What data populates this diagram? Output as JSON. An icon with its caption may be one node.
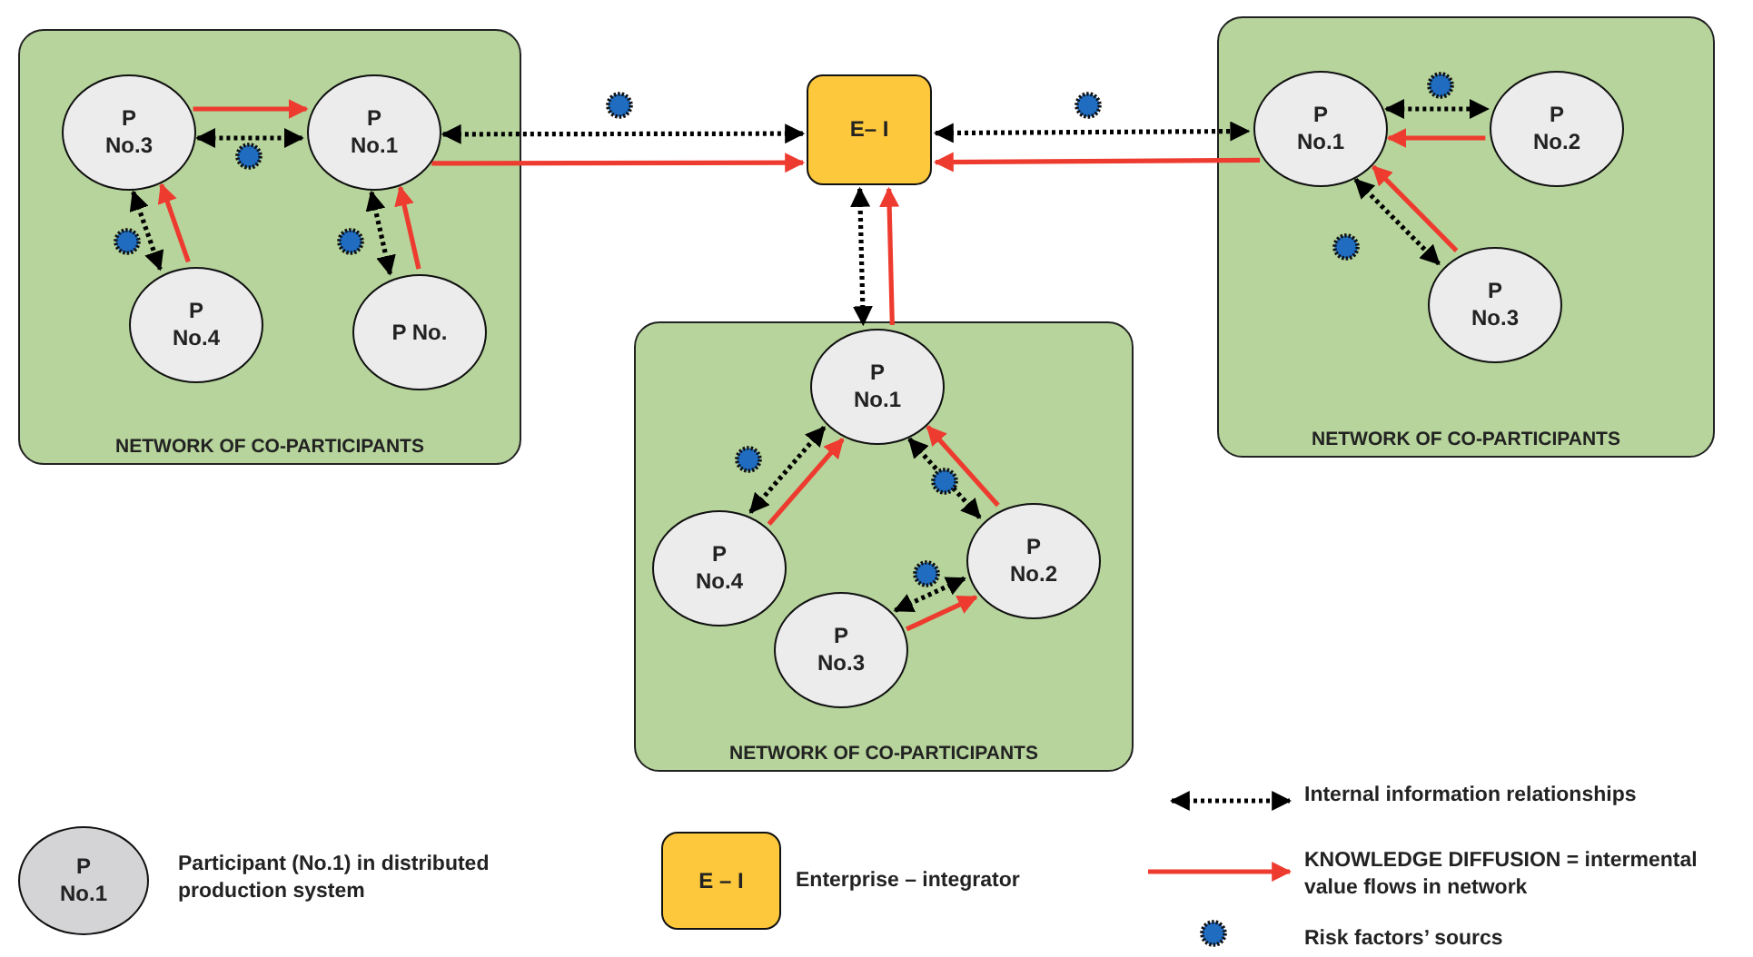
{
  "diagram": {
    "nodes": [
      {
        "text": [
          "NETWORK OF CO-PARTICIPANTS"
        ]
      },
      {
        "text": [
          "P No.3"
        ],
        "in": 0
      },
      {
        "text": [
          "P No.1"
        ],
        "in": 0
      },
      {
        "text": [
          "P No.4"
        ],
        "in": 0
      },
      {
        "text": [
          "P No."
        ],
        "in": 0
      },
      {
        "text": [
          "E– I"
        ]
      },
      {
        "text": [
          "NETWORK OF CO-PARTICIPANTS"
        ]
      },
      {
        "text": [
          "P No.1"
        ],
        "in": 6
      },
      {
        "text": [
          "P No.2"
        ],
        "in": 6
      },
      {
        "text": [
          "P No.3"
        ],
        "in": 6
      },
      {
        "text": [
          "NETWORK OF CO-PARTICIPANTS"
        ]
      },
      {
        "text": [
          "P No.1"
        ],
        "in": 10
      },
      {
        "text": [
          "P No.4"
        ],
        "in": 10
      },
      {
        "text": [
          "P No.2"
        ],
        "in": 10
      },
      {
        "text": [
          "P No.3"
        ],
        "in": 10
      },
      {
        "text": [
          "P No.1"
        ]
      },
      {
        "text": [
          "E – I"
        ]
      }
    ],
    "edges": [
      {
        "from": 1,
        "to": 2,
        "arrow": "to",
        "color": "#ee3b2f"
      },
      {
        "from": 1,
        "to": 2,
        "arrow": "both",
        "style": "dashed",
        "color": "#000000"
      },
      {
        "from": 3,
        "to": 1,
        "arrow": "to",
        "color": "#ee3b2f"
      },
      {
        "from": 1,
        "to": 3,
        "arrow": "both",
        "style": "dashed",
        "color": "#000000"
      },
      {
        "from": 4,
        "to": 2,
        "arrow": "to",
        "color": "#ee3b2f"
      },
      {
        "from": 2,
        "to": 4,
        "arrow": "both",
        "style": "dashed",
        "color": "#000000"
      },
      {
        "from": 2,
        "to": 5,
        "arrow": "to",
        "color": "#ee3b2f"
      },
      {
        "from": 2,
        "to": 5,
        "arrow": "both",
        "style": "dashed",
        "color": "#000000"
      },
      {
        "from": 8,
        "to": 7,
        "arrow": "to",
        "color": "#ee3b2f"
      },
      {
        "from": 7,
        "to": 8,
        "arrow": "both",
        "style": "dashed",
        "color": "#000000"
      },
      {
        "from": 9,
        "to": 7,
        "arrow": "to",
        "color": "#ee3b2f"
      },
      {
        "from": 7,
        "to": 9,
        "arrow": "both",
        "style": "dashed",
        "color": "#000000"
      },
      {
        "from": 7,
        "to": 5,
        "arrow": "to",
        "color": "#ee3b2f"
      },
      {
        "from": 5,
        "to": 7,
        "arrow": "both",
        "style": "dashed",
        "color": "#000000"
      },
      {
        "from": 11,
        "to": 5,
        "arrow": "to",
        "color": "#ee3b2f"
      },
      {
        "from": 5,
        "to": 11,
        "arrow": "both",
        "style": "dashed",
        "color": "#000000"
      },
      {
        "from": 12,
        "to": 11,
        "arrow": "to",
        "color": "#ee3b2f"
      },
      {
        "from": 12,
        "to": 11,
        "arrow": "both",
        "style": "dashed",
        "color": "#000000"
      },
      {
        "from": 13,
        "to": 11,
        "arrow": "to",
        "color": "#ee3b2f"
      },
      {
        "from": 11,
        "to": 13,
        "arrow": "both",
        "style": "dashed",
        "color": "#000000"
      },
      {
        "from": 14,
        "to": 13,
        "arrow": "to",
        "color": "#ee3b2f"
      },
      {
        "from": 14,
        "to": 13,
        "arrow": "both",
        "style": "dashed",
        "color": "#000000"
      }
    ],
    "legend": [
      {
        "text": "Participant (No.1) in distributed production system"
      },
      {
        "text": "Enterprise – integrator"
      },
      {
        "text": "Internal information relationships"
      },
      {
        "text": "KNOWLEDGE DIFFUSION = intermental value flows in network"
      },
      {
        "text": "Risk factors’ sourcs"
      }
    ]
  }
}
